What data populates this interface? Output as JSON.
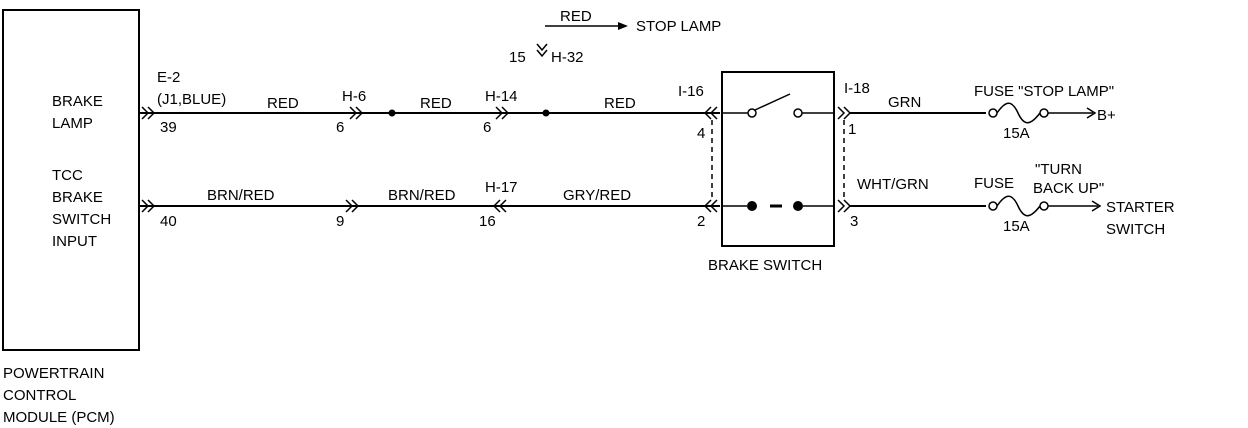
{
  "pcm": {
    "title_lines": [
      "POWERTRAIN",
      "CONTROL",
      "MODULE (PCM)"
    ],
    "brake_lamp_lines": [
      "BRAKE",
      "LAMP"
    ],
    "tcc_lines": [
      "TCC",
      "BRAKE",
      "SWITCH",
      "INPUT"
    ],
    "pin_top": "39",
    "pin_bottom": "40",
    "connector_line1": "E-2",
    "connector_line2": "(J1,BLUE)"
  },
  "top_wire": {
    "seg1_color": "RED",
    "conn1": "H-6",
    "conn1_pin": "6",
    "seg2_color": "RED",
    "conn2": "H-14",
    "conn2_pin": "6",
    "seg3_color": "RED"
  },
  "stop_lamp_branch": {
    "wire_color": "RED",
    "dest": "STOP LAMP",
    "pin_ref": "15",
    "connector": "H-32"
  },
  "bottom_wire": {
    "seg1_color": "BRN/RED",
    "conn1_pin": "9",
    "seg2_color": "BRN/RED",
    "conn2": "H-17",
    "conn2_pin": "16",
    "seg3_color": "GRY/RED"
  },
  "brake_switch": {
    "label": "BRAKE SWITCH",
    "left_conn": "I-16",
    "right_conn": "I-18",
    "pin_tl": "4",
    "pin_tr": "1",
    "pin_bl": "2",
    "pin_br": "3"
  },
  "right_top": {
    "wire_color": "GRN",
    "fuse_label": "FUSE \"STOP LAMP\"",
    "fuse_rating": "15A",
    "dest": "B+"
  },
  "right_bottom": {
    "wire_color": "WHT/GRN",
    "fuse_label": "FUSE",
    "fuse_name_line1": "\"TURN",
    "fuse_name_line2": "BACK UP\"",
    "fuse_rating": "15A",
    "dest_line1": "STARTER",
    "dest_line2": "SWITCH"
  }
}
